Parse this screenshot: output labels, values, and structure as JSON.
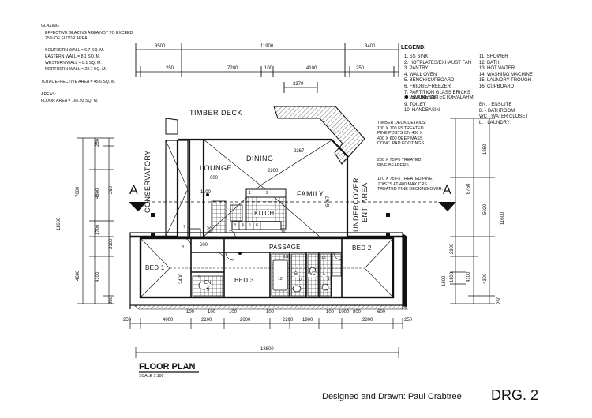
{
  "glazing": {
    "title": "GLAZING",
    "note_line1": "EFFECTIVE GLAZING AREA NOT TO EXCEED",
    "note_line2": "25% OF FLOOR AREA.",
    "walls": [
      "SOUTHERN WALL = 6.7 SQ. M.",
      "EASTERN WALL = 8.1 SQ. M.",
      "WESTERN WALL = 8.1 SQ. M.",
      "NORTHERN WALL = 22.7 SQ. M."
    ],
    "total": "TOTAL EFFECTIVE AREA = 45.6 SQ. M."
  },
  "areas": {
    "title": "AREAS:",
    "floor_area": "FLOOR AREA = 166.93 SQ. M."
  },
  "legend": {
    "title": "LEGEND:",
    "col1": [
      "1.  SS SINK",
      "2.  HOTPLATES/EXHAUST FAN",
      "3.  PANTRY",
      "4.  WALL OVEN",
      "5.  BENCH/CUPBOARD",
      "6.  FRIDGE/FREEZER",
      "7.  PARTITION GLASS BRICKS",
      "8.  WARDROBE",
      "9.  TOILET",
      "10. HANDBASIN"
    ],
    "col2": [
      "11. SHOWER",
      "12. BATH",
      "13. HOT WATER",
      "14. WASHING MACHINE",
      "15. LAUNDRY TROUGH",
      "16. CUPBOARD"
    ],
    "smoke": "SMOKE DETECTOR/ALARM",
    "abbrev": [
      "EN. - ENSUITE",
      "B. - BATHROOM",
      "WC - WATER CLOSET",
      "L. - LAUNDRY"
    ]
  },
  "deck_details": {
    "lines1": [
      "TIMBER DECK DETAILS:",
      "100 X 100 F5 TREATED",
      "PINE POSTS ON 400 X",
      "400 X 600 DEEP MASS",
      "CONC. PAD FOOTINGS"
    ],
    "lines2": [
      "200 X 75 F5 TREATED",
      "PINE BEARERS"
    ],
    "lines3": [
      "170 X 75 F5 TREATED PINE",
      "JOISTS AT 400 MAX CRS.",
      "TREATED PINE DECKING OVER."
    ]
  },
  "rooms": {
    "timber_deck": "TIMBER DECK",
    "conservatory": "CONSERVATORY",
    "lounge": "LOUNGE",
    "dining": "DINING",
    "family": "FAMILY",
    "kitch": "KITCH",
    "undercover_line1": "UNDERCOVER",
    "undercover_line2": "ENT. AREA",
    "passage": "PASSAGE",
    "bed1": "BED 1",
    "bed2": "BED 2",
    "bed3": "BED 3",
    "en": "EN",
    "b": "B",
    "wc": "WC",
    "l": "L"
  },
  "section_marks": [
    "A",
    "A"
  ],
  "dimensions": {
    "top_row1": [
      "3500",
      "11900",
      "3400"
    ],
    "top_row2": [
      "250",
      "7200",
      "100",
      "4100",
      "250"
    ],
    "top_inner": "2370",
    "inner": [
      "2200",
      "2267",
      "1100",
      "600",
      "5067",
      "600",
      "200",
      "2400"
    ],
    "left_vertical": [
      "250",
      "7000",
      "4800",
      "1700",
      "2100",
      "11600",
      "250",
      "4600",
      "4100",
      "250"
    ],
    "right_vertical": [
      "1850",
      "6750",
      "5020",
      "11600",
      "2900",
      "4100",
      "1800",
      "1100",
      "4300",
      "250"
    ],
    "bottom_row": [
      "250",
      "4000",
      "100",
      "2100",
      "2600",
      "100",
      "2200",
      "1900",
      "100",
      "2800",
      "250"
    ],
    "bottom_sub": [
      "100",
      "100",
      "1000",
      "800",
      "600"
    ],
    "overall": "18800"
  },
  "numbers": [
    "1",
    "2",
    "3",
    "4",
    "5",
    "6",
    "7",
    "8",
    "9",
    "10",
    "11",
    "12",
    "13",
    "14",
    "15",
    "16"
  ],
  "footer": {
    "title": "FLOOR PLAN",
    "scale": "SCALE 1:100",
    "designed": "Designed and Drawn: Paul Crabtree",
    "drawing_no": "DRG. 2"
  }
}
